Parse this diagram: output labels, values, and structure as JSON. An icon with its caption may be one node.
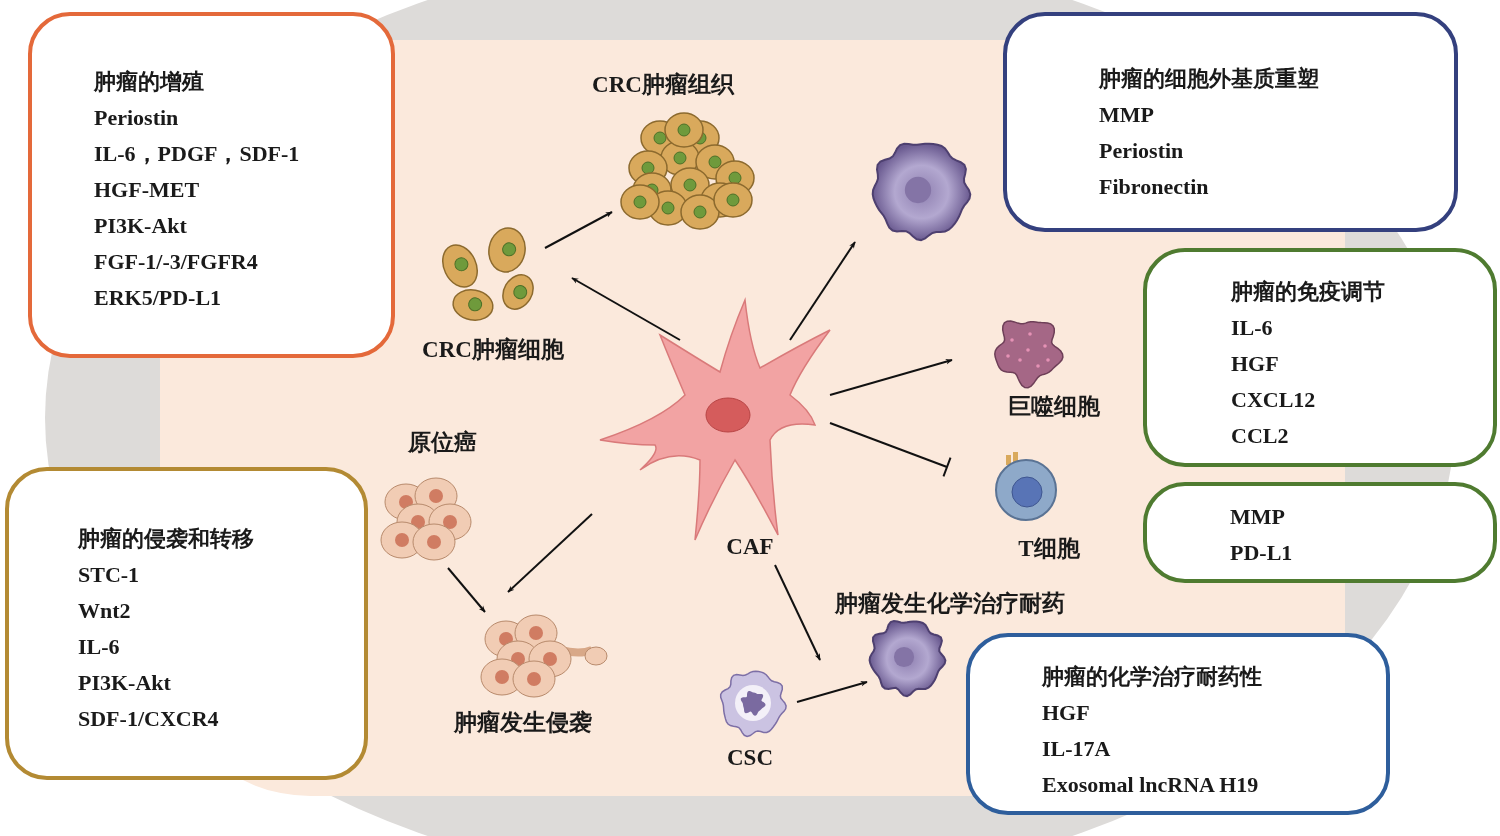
{
  "diagram": {
    "nodes": [
      {
        "text": [
          "肿瘤的增殖",
          "Periostin",
          "IL-6，PDGF，SDF-1",
          "HGF-MET",
          "PI3K-Akt",
          "FGF-1/-3/FGFR4",
          "ERK5/PD-L1"
        ]
      },
      {
        "text": [
          "肿瘤的细胞外基质重塑",
          "MMP",
          "Periostin",
          "Fibronectin"
        ]
      },
      {
        "text": [
          "肿瘤的免疫调节",
          "IL-6",
          "HGF",
          "CXCL12",
          "CCL2"
        ]
      },
      {
        "text": [
          "MMP",
          "PD-L1"
        ]
      },
      {
        "text": [
          "肿瘤的侵袭和转移",
          "STC-1",
          "Wnt2",
          "IL-6",
          "PI3K-Akt",
          "SDF-1/CXCR4"
        ]
      },
      {
        "text": [
          "肿瘤的化学治疗耐药性",
          "HGF",
          "IL-17A",
          "Exosomal lncRNA H19"
        ]
      },
      {
        "text": [
          "CRC肿瘤细胞"
        ]
      },
      {
        "text": [
          "CRC肿瘤组织"
        ]
      },
      {
        "text": [],
        "shape": "picture"
      },
      {
        "text": [
          "CAF"
        ]
      },
      {
        "text": [
          "巨噬细胞"
        ]
      },
      {
        "text": [
          "T细胞"
        ]
      },
      {
        "text": [
          "原位癌"
        ]
      },
      {
        "text": [
          "肿瘤发生侵袭"
        ]
      },
      {
        "text": [
          "CSC"
        ]
      },
      {
        "text": [
          "肿瘤发生化学治疗耐药"
        ]
      }
    ],
    "edges": [
      {
        "from": 6,
        "to": 7,
        "arrow": "to"
      },
      {
        "from": 9,
        "to": 6,
        "arrow": "to"
      },
      {
        "from": 9,
        "to": 8,
        "arrow": "to"
      },
      {
        "from": 9,
        "to": 10,
        "arrow": "to"
      },
      {
        "from": 9,
        "to": 11,
        "arrow": "other"
      },
      {
        "from": 9,
        "to": 13,
        "arrow": "to"
      },
      {
        "from": 12,
        "to": 13,
        "arrow": "to"
      },
      {
        "from": 9,
        "to": 15,
        "arrow": "to"
      },
      {
        "from": 14,
        "to": 15,
        "arrow": "to"
      }
    ]
  }
}
